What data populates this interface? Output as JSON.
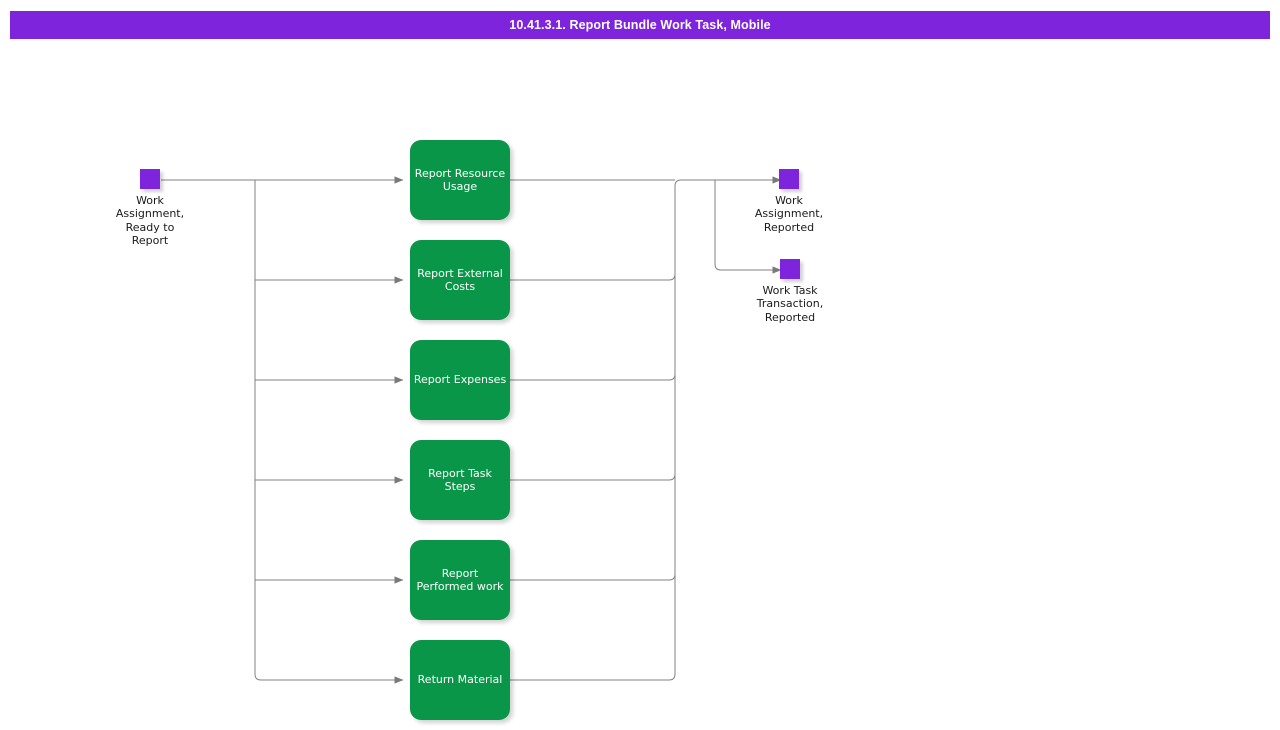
{
  "header": {
    "title": "10.41.3.1. Report Bundle Work Task, Mobile",
    "background_color": "#7f24dd",
    "text_color": "#ffffff"
  },
  "diagram": {
    "type": "flowchart",
    "orientation": "left-to-right",
    "colors": {
      "terminator": "#7f24dd",
      "process": "#0a9648",
      "process_text": "#ffffff",
      "connector": "#808080",
      "label_text": "#1a1a1a",
      "canvas": "#ffffff"
    },
    "start_nodes": [
      {
        "id": "start-work-assignment-ready",
        "shape": "square",
        "label": "Work\nAssignment,\nReady to\nReport"
      }
    ],
    "process_nodes": [
      {
        "id": "report-resource-usage",
        "shape": "rounded-rect",
        "label": "Report Resource\nUsage"
      },
      {
        "id": "report-external-costs",
        "shape": "rounded-rect",
        "label": "Report External\nCosts"
      },
      {
        "id": "report-expenses",
        "shape": "rounded-rect",
        "label": "Report Expenses"
      },
      {
        "id": "report-task-steps",
        "shape": "rounded-rect",
        "label": "Report Task\nSteps"
      },
      {
        "id": "report-performed-work",
        "shape": "rounded-rect",
        "label": "Report\nPerformed work"
      },
      {
        "id": "return-material",
        "shape": "rounded-rect",
        "label": "Return Material"
      }
    ],
    "end_nodes": [
      {
        "id": "end-work-assignment-reported",
        "shape": "square",
        "label": "Work\nAssignment,\nReported"
      },
      {
        "id": "end-work-task-transaction-reported",
        "shape": "square",
        "label": "Work Task\nTransaction,\nReported"
      }
    ],
    "edges": [
      {
        "from": "start-work-assignment-ready",
        "to": "report-resource-usage"
      },
      {
        "from": "start-work-assignment-ready",
        "to": "report-external-costs"
      },
      {
        "from": "start-work-assignment-ready",
        "to": "report-expenses"
      },
      {
        "from": "start-work-assignment-ready",
        "to": "report-task-steps"
      },
      {
        "from": "start-work-assignment-ready",
        "to": "report-performed-work"
      },
      {
        "from": "start-work-assignment-ready",
        "to": "return-material"
      },
      {
        "from": "report-resource-usage",
        "to": "end-work-assignment-reported"
      },
      {
        "from": "report-external-costs",
        "to": "end-work-assignment-reported"
      },
      {
        "from": "report-expenses",
        "to": "end-work-assignment-reported"
      },
      {
        "from": "report-task-steps",
        "to": "end-work-assignment-reported"
      },
      {
        "from": "report-performed-work",
        "to": "end-work-assignment-reported"
      },
      {
        "from": "return-material",
        "to": "end-work-assignment-reported"
      },
      {
        "from": "report-resource-usage",
        "to": "end-work-task-transaction-reported"
      },
      {
        "from": "report-external-costs",
        "to": "end-work-task-transaction-reported"
      },
      {
        "from": "report-expenses",
        "to": "end-work-task-transaction-reported"
      },
      {
        "from": "report-task-steps",
        "to": "end-work-task-transaction-reported"
      },
      {
        "from": "report-performed-work",
        "to": "end-work-task-transaction-reported"
      },
      {
        "from": "return-material",
        "to": "end-work-task-transaction-reported"
      }
    ]
  }
}
